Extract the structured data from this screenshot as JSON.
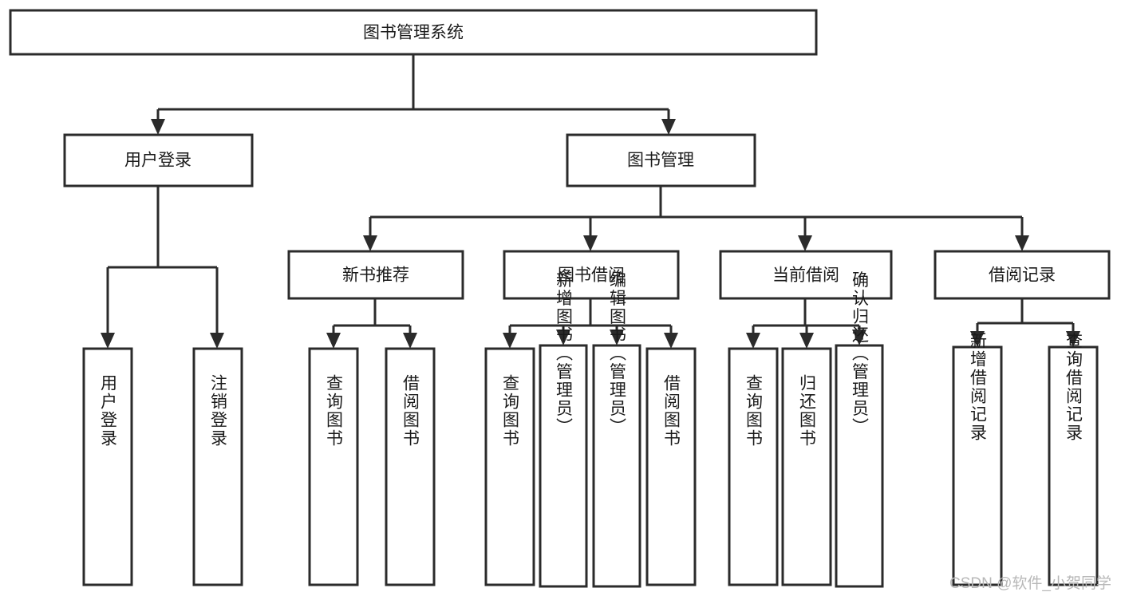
{
  "diagram": {
    "title": "图书管理系统",
    "type": "tree-hierarchy",
    "orientation": "top-down",
    "colors": {
      "box_stroke": "#2b2b2b",
      "box_fill": "#ffffff",
      "text": "#1a1a1a",
      "watermark": "#b8b8b8"
    },
    "levels": {
      "level1": [
        {
          "id": "root",
          "label": "图书管理系统"
        }
      ],
      "level2": [
        {
          "id": "user-login",
          "label": "用户登录"
        },
        {
          "id": "book-management",
          "label": "图书管理"
        }
      ],
      "level3": [
        {
          "id": "new-book-recommend",
          "label": "新书推荐",
          "parent": "book-management"
        },
        {
          "id": "book-borrow",
          "label": "图书借阅",
          "parent": "book-management"
        },
        {
          "id": "current-borrow",
          "label": "当前借阅",
          "parent": "book-management"
        },
        {
          "id": "borrow-record",
          "label": "借阅记录",
          "parent": "book-management"
        }
      ],
      "level4": [
        {
          "id": "leaf-user-login",
          "label": "用户登录",
          "parent": "user-login"
        },
        {
          "id": "leaf-logout",
          "label": "注销登录",
          "parent": "user-login"
        },
        {
          "id": "leaf-query-book-1",
          "label": "查询图书",
          "parent": "new-book-recommend"
        },
        {
          "id": "leaf-borrow-book-1",
          "label": "借阅图书",
          "parent": "new-book-recommend"
        },
        {
          "id": "leaf-query-book-2",
          "label": "查询图书",
          "parent": "book-borrow"
        },
        {
          "id": "leaf-add-book",
          "label": "新增图书（管理员）",
          "parent": "book-borrow"
        },
        {
          "id": "leaf-edit-book",
          "label": "编辑图书（管理员）",
          "parent": "book-borrow"
        },
        {
          "id": "leaf-borrow-book-2",
          "label": "借阅图书",
          "parent": "book-borrow"
        },
        {
          "id": "leaf-query-book-3",
          "label": "查询图书",
          "parent": "current-borrow"
        },
        {
          "id": "leaf-return-book",
          "label": "归还图书",
          "parent": "current-borrow"
        },
        {
          "id": "leaf-confirm-return",
          "label": "确认归还（管理员）",
          "parent": "current-borrow"
        },
        {
          "id": "leaf-add-record",
          "label": "新增借阅记录",
          "parent": "borrow-record"
        },
        {
          "id": "leaf-query-record",
          "label": "查询借阅记录",
          "parent": "borrow-record"
        }
      ]
    }
  },
  "watermark": {
    "text": "CSDN @软件_小贺同学"
  }
}
